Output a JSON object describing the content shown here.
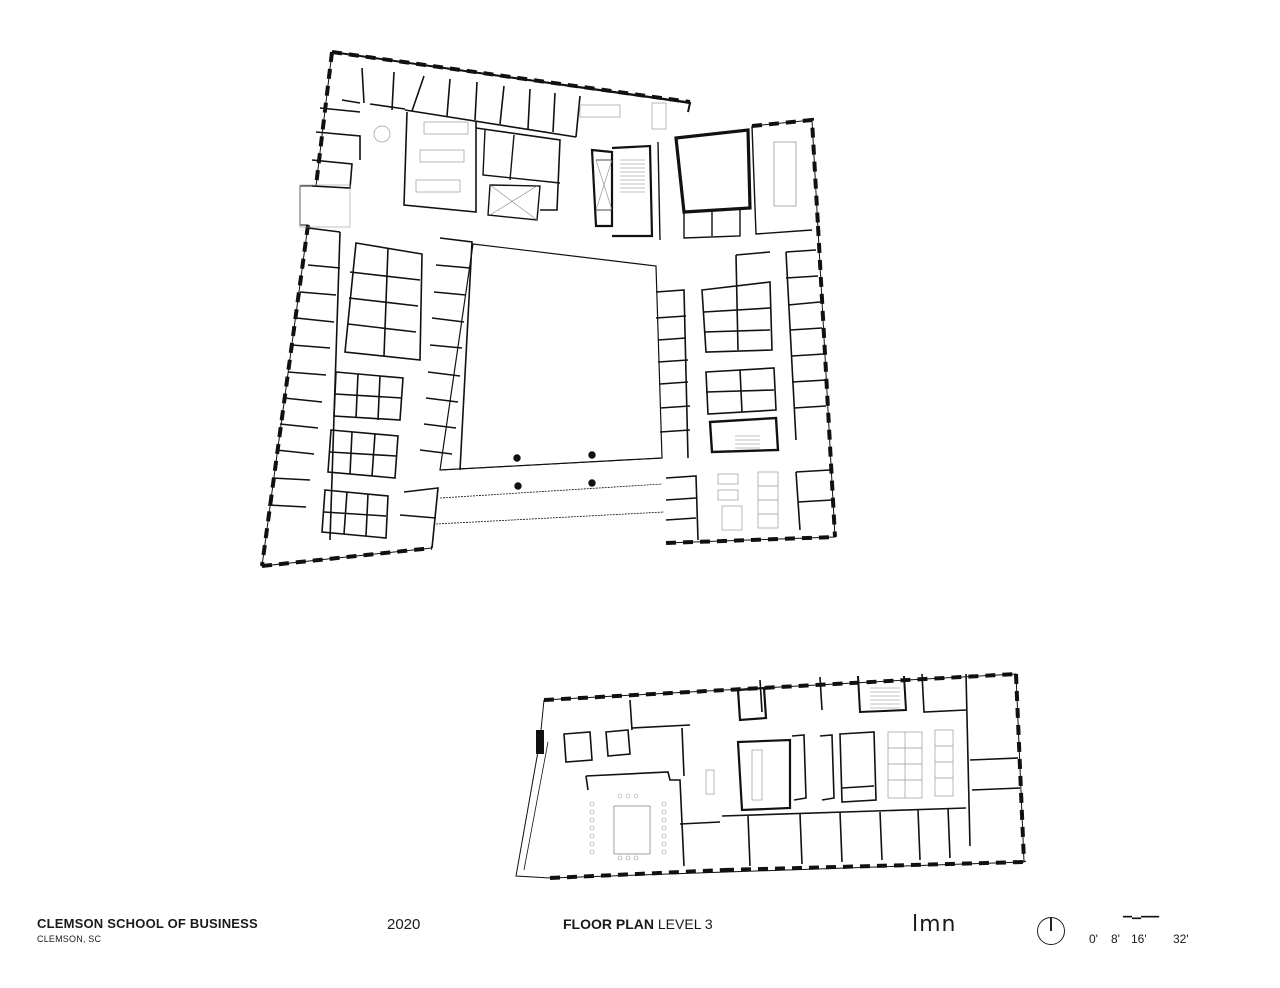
{
  "drawing": {
    "project_name": "CLEMSON SCHOOL OF BUSINESS",
    "location": "CLEMSON, SC",
    "year": "2020",
    "plan_title_bold": "FLOOR PLAN",
    "plan_title_level": "LEVEL 3",
    "firm_logo": "lmn",
    "north_arrow_icon": "north-arrow-icon",
    "scale_bar": {
      "labels": [
        "0'",
        "8'",
        "16'",
        "32'"
      ]
    },
    "colors": {
      "background": "#ffffff",
      "wall": "#111111",
      "furniture": "#9a9a9a",
      "text": "#1a1a1a"
    }
  },
  "plan_blocks": [
    {
      "name": "main-building-l-shaped-wing",
      "description": "Upper building with offices around central courtyard"
    },
    {
      "name": "lower-building-wing",
      "description": "Lower rectangular building with conference room and open office"
    }
  ]
}
